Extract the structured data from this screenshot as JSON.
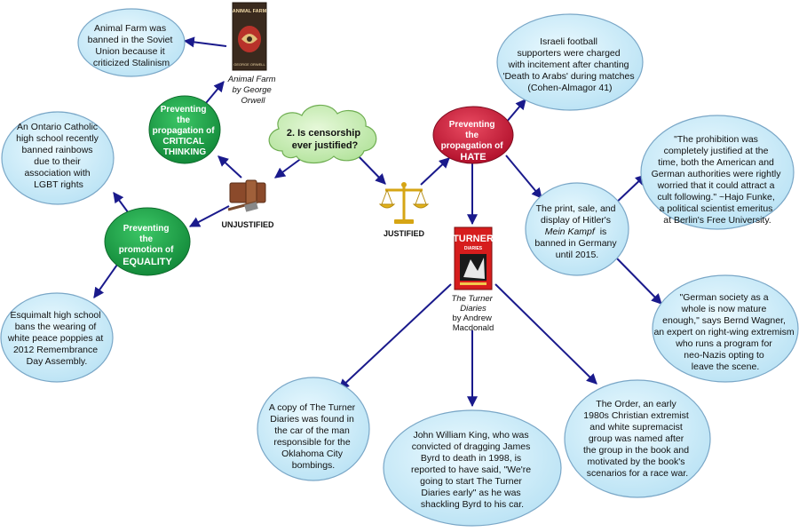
{
  "central": {
    "label": "2. Is censorship ever justified?"
  },
  "verdicts": {
    "unjustified": "UNJUSTIFIED",
    "justified": "JUSTIFIED"
  },
  "categories": {
    "critical_thinking": "Preventing the propagation of CRITICAL THINKING",
    "equality": "Preventing the promotion of EQUALITY",
    "hate": "Preventing the propagation of HATE"
  },
  "books": {
    "animal_farm": {
      "cover_title": "ANIMAL FARM",
      "cover_author": "GEORGE ORWELL",
      "caption_line1": "Animal Farm",
      "caption_line2": "by George",
      "caption_line3": "Orwell"
    },
    "turner_diaries": {
      "cover_title": "TURNER",
      "cover_subtitle": "DIARIES",
      "caption_line1": "The Turner",
      "caption_line2": "Diaries",
      "caption_line3": "by Andrew",
      "caption_line4": "Macdonald"
    }
  },
  "examples": {
    "soviet": "Animal Farm was banned in the Soviet Union because it criticized Stalinism",
    "ontario": "An Ontario Catholic high school recently banned rainbows due to their association with LGBT rights",
    "esquimalt": "Esquimalt high school bans the wearing of white peace poppies at 2012 Remembrance Day Assembly.",
    "israeli": "Israeli football supporters were charged with incitement after chanting 'Death to Arabs' during matches (Cohen-Almagor 41)",
    "mein_kampf_a": "The print, sale, and display of Hitler's",
    "mein_kampf_b": "Mein Kampf",
    "mein_kampf_c": "is banned in Germany until 2015.",
    "funke": "\"The prohibition was completely justified at the time, both the American and German authorities were rightly worried that it could attract a cult following.\" ~Hajo Funke, a political scientist emeritus at Berlin's Free University.",
    "wagner": "\"German society as a whole is now mature enough,\" says Bernd Wagner, an expert on right-wing extremism who runs a program for neo-Nazis opting to leave the scene.",
    "oklahoma": "A copy of The Turner Diaries was found in the car of the man responsible for the Oklahoma City bombings.",
    "king": "John William King, who was convicted of dragging James Byrd to death in 1998, is reported to have said, \"We're going to start The Turner Diaries early\" as he was shackling Byrd to his car.",
    "order": "The Order, an early 1980s Christian extremist and white supremacist group was named after the group in the book and motivated by the book's scenarios for a race war."
  },
  "colors": {
    "example_fill": "#cdeefa",
    "example_stroke": "#7aa7c7",
    "equality_fill": "#1fa64a",
    "hate_fill": "#d31f3c",
    "central_fill": "#c9efb6",
    "arrow": "#1a1a8c"
  },
  "icons": [
    "gavel-icon",
    "scales-of-justice-icon"
  ]
}
